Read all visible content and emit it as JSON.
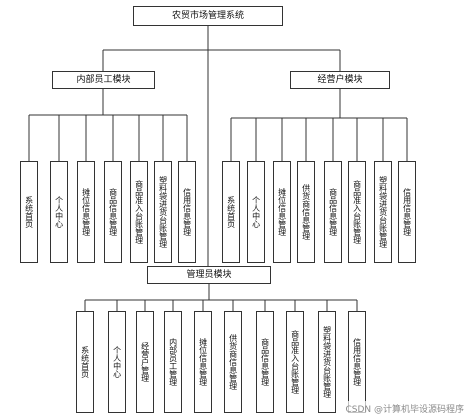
{
  "diagram": {
    "root": "农贸市场管理系统",
    "modules": {
      "internal_staff": {
        "label": "内部员工模块",
        "children": [
          "系统首页",
          "个人中心",
          "摊位信息管理",
          "商品信息管理",
          "商品准入台账管理",
          "塑料袋进货台账管理",
          "信用信息管理"
        ]
      },
      "operator": {
        "label": "经营户模块",
        "children": [
          "系统首页",
          "个人中心",
          "摊位信息管理",
          "供货商信息管理",
          "商品信息管理",
          "商品准入台账管理",
          "塑料袋进货台账管理",
          "信用信息管理"
        ]
      },
      "admin": {
        "label": "管理员模块",
        "children": [
          "系统首页",
          "个人中心",
          "经营户管理",
          "内部员工管理",
          "摊位信息管理",
          "供货商信息管理",
          "商品信息管理",
          "商品准入台账管理",
          "塑料袋进货台账管理",
          "信用信息管理"
        ]
      }
    },
    "line_color": "#333333"
  },
  "watermark": "CSDN @计算机毕设源码程序"
}
